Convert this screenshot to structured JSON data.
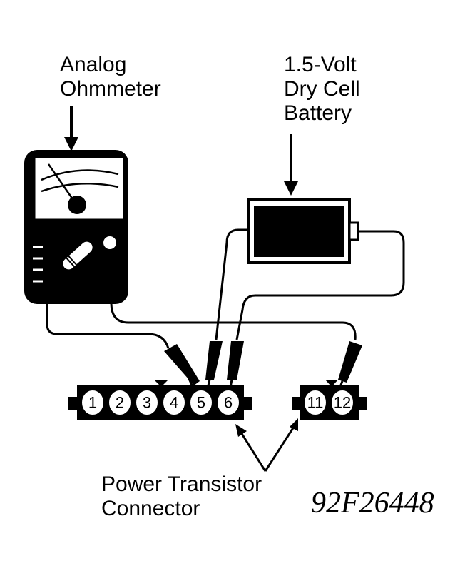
{
  "labels": {
    "ohmmeter_line1": "Analog",
    "ohmmeter_line2": "Ohmmeter",
    "battery_line1": "1.5-Volt",
    "battery_line2": "Dry Cell",
    "battery_line3": "Battery",
    "connector_line1": "Power Transistor",
    "connector_line2": "Connector",
    "figure_id": "92F26448"
  },
  "connector_left": {
    "pins": [
      "1",
      "2",
      "3",
      "4",
      "5",
      "6"
    ]
  },
  "connector_right": {
    "pins": [
      "11",
      "12"
    ]
  },
  "colors": {
    "ink": "#000000",
    "paper": "#ffffff"
  }
}
